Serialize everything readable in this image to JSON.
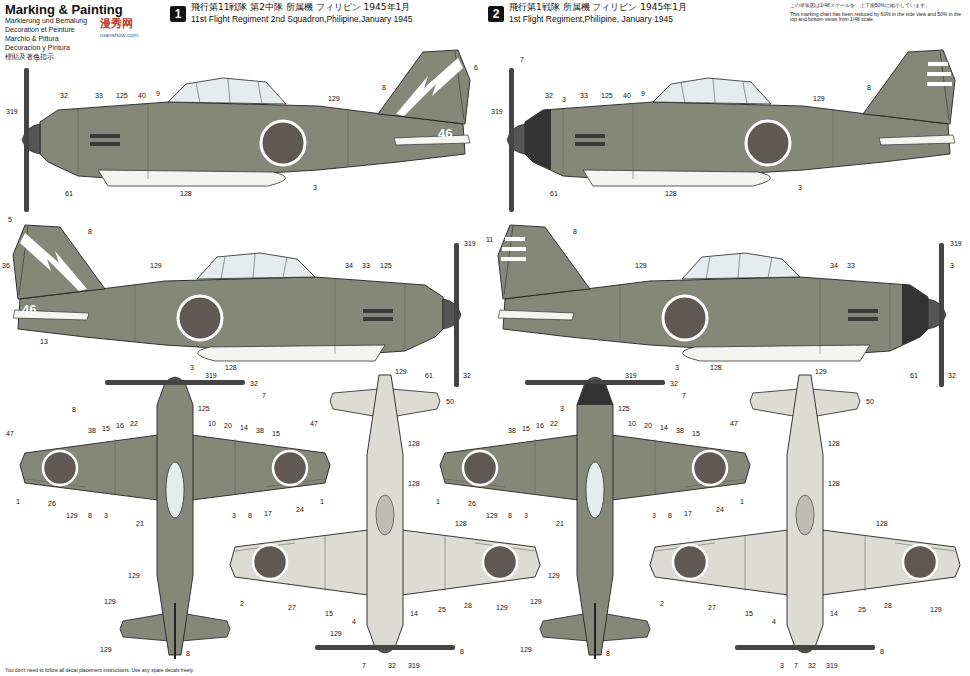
{
  "diagram": {
    "title": "Marking & Painting",
    "nodes": [
      {
        "text": [
          "1",
          "飛行第11戦隊 第2中隊 所属機 フィリピン 1945年1月",
          "11st Flight Regiment 2nd Squadron,Philipine,January 1945"
        ]
      },
      {
        "text": [
          "2",
          "飛行第1戦隊 所属機 フィリピン 1945年1月",
          "1st Flight Regiment,Philipine, January 1945"
        ]
      }
    ],
    "labels": [
      "Markierung und Bemalung",
      "Decoration et Peinture",
      "Marchio & Pittura",
      "Decoracion y Pintura",
      "標貼及著色指示",
      "漫秀网",
      "manshow.com",
      "この塗装図は1/48スケールを、上下面50%に縮小しています。",
      "This marking chart has been reduced by 60% in the side view and 50% in the top and bottom views from 1/48 scale.",
      "You don't need to follow all decal placement instructions. Use any spare decals freely.",
      "7",
      "32",
      "319",
      "33",
      "125",
      "40",
      "9",
      "8",
      "6",
      "129",
      "46",
      "3",
      "128",
      "61",
      "5",
      "8",
      "36",
      "46",
      "13",
      "129",
      "34",
      "33",
      "125",
      "319",
      "3",
      "128",
      "61",
      "32",
      "8",
      "47",
      "319",
      "32",
      "7",
      "125",
      "38",
      "15",
      "16",
      "22",
      "10",
      "20",
      "14",
      "38",
      "15",
      "1",
      "26",
      "129",
      "8",
      "3",
      "21",
      "3",
      "8",
      "17",
      "24",
      "1",
      "129",
      "129",
      "129",
      "8",
      "129",
      "47",
      "50",
      "128",
      "128",
      "128",
      "2",
      "27",
      "15",
      "4",
      "129",
      "14",
      "25",
      "28",
      "129",
      "8",
      "7",
      "32",
      "319",
      "7",
      "32",
      "319",
      "3",
      "33",
      "125",
      "40",
      "9",
      "8",
      "129",
      "3",
      "128",
      "61",
      "11",
      "8",
      "129",
      "34",
      "33",
      "319",
      "3",
      "3",
      "128",
      "61",
      "32",
      "3",
      "319",
      "32",
      "7",
      "125",
      "38",
      "15",
      "16",
      "22",
      "10",
      "20",
      "14",
      "38",
      "15",
      "1",
      "26",
      "129",
      "8",
      "3",
      "21",
      "3",
      "8",
      "17",
      "24",
      "1",
      "129",
      "129",
      "129",
      "8",
      "129",
      "47",
      "50",
      "128",
      "128",
      "128",
      "2",
      "27",
      "15",
      "4",
      "14",
      "25",
      "28",
      "129",
      "8",
      "3",
      "7",
      "32",
      "319"
    ]
  }
}
